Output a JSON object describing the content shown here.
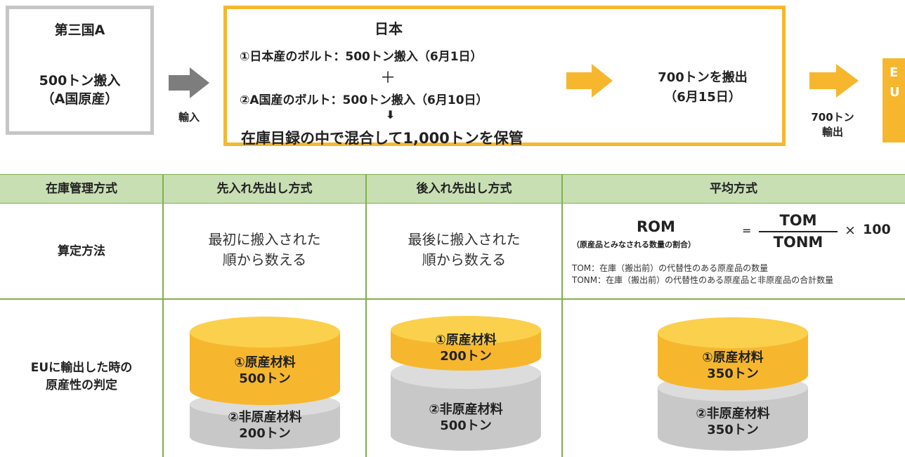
{
  "flow": {
    "third_country": {
      "title": "第三国A",
      "import_amount": "500トン搬入",
      "origin": "（A国原産）"
    },
    "import_label": "輸入",
    "japan": {
      "title": "日本",
      "line1": "①日本産のボルト：500トン搬入（6月1日）",
      "plus": "＋",
      "line2": "②A国産のボルト：500トン搬入（6月10日）",
      "down_arrow": "⬇",
      "mixed": "在庫目録の中で混合して1,000トンを保管",
      "out_line1": "700トンを搬出",
      "out_line2": "（6月15日）"
    },
    "export_amount": "700トン",
    "export_label": "輸出",
    "eu_letters": [
      "E",
      "U"
    ],
    "colors": {
      "gray_arrow": "#7d7d7d",
      "orange": "#f6b72e",
      "gray_border": "#c6c6c6"
    }
  },
  "table": {
    "headers": [
      "在庫管理方式",
      "先入れ先出し方式",
      "後入れ先出し方式",
      "平均方式"
    ],
    "row_method_label": "算定方法",
    "fifo_method": [
      "最初に搬入された",
      "順から数える"
    ],
    "lifo_method": [
      "最後に搬入された",
      "順から数える"
    ],
    "average_formula": {
      "lhs": "ROM",
      "lhs_note": "（原産品とみなされる数量の割合）",
      "equals": "=",
      "numerator": "TOM",
      "denominator": "TONM",
      "times": "×",
      "multiplier": "100",
      "note1": "TOM：在庫（搬出前）の代替性のある原産品の数量",
      "note2": "TONM：在庫（搬出前）の代替性のある原産品と非原産品の合計数量"
    },
    "row_result_label": [
      "EUに輸出した時の",
      "原産性の判定"
    ],
    "fifo_result": {
      "top": {
        "name": "①原産材料",
        "amount": "500トン"
      },
      "bottom": {
        "name": "②非原産材料",
        "amount": "200トン"
      }
    },
    "lifo_result": {
      "top": {
        "name": "①原産材料",
        "amount": "200トン"
      },
      "bottom": {
        "name": "②非原産材料",
        "amount": "500トン"
      }
    },
    "average_result": {
      "top": {
        "name": "①原産材料",
        "amount": "350トン"
      },
      "bottom": {
        "name": "②非原産材料",
        "amount": "350トン"
      }
    },
    "colors": {
      "header_bg": "#c8dfb4",
      "grid": "#7fb04e",
      "originating": "#f6b72e",
      "non_originating": "#cfcfcf"
    }
  }
}
